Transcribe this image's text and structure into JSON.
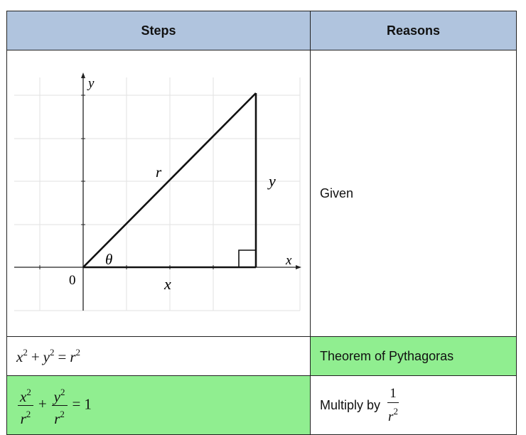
{
  "header": {
    "steps": "Steps",
    "reasons": "Reasons"
  },
  "diagram": {
    "label_y_axis": "y",
    "label_x_axis": "x",
    "label_origin": "0",
    "label_hypotenuse": "r",
    "label_vertical_side": "y",
    "label_horizontal_side": "x",
    "label_angle": "θ"
  },
  "rows": [
    {
      "reason": "Given"
    },
    {
      "step": {
        "x": "x",
        "y": "y",
        "r": "r",
        "exp": "2",
        "plus": "+",
        "equals": "="
      },
      "reason": "Theorem of Pythagoras"
    },
    {
      "step": {
        "x": "x",
        "y": "y",
        "r": "r",
        "exp": "2",
        "plus": "+",
        "equals": "=",
        "one": "1"
      },
      "reason": {
        "text": "Multiply by",
        "num": "1",
        "den": "r",
        "exp": "2"
      }
    }
  ],
  "colors": {
    "header_bg": "#b0c4de",
    "highlight": "#90ee90"
  }
}
